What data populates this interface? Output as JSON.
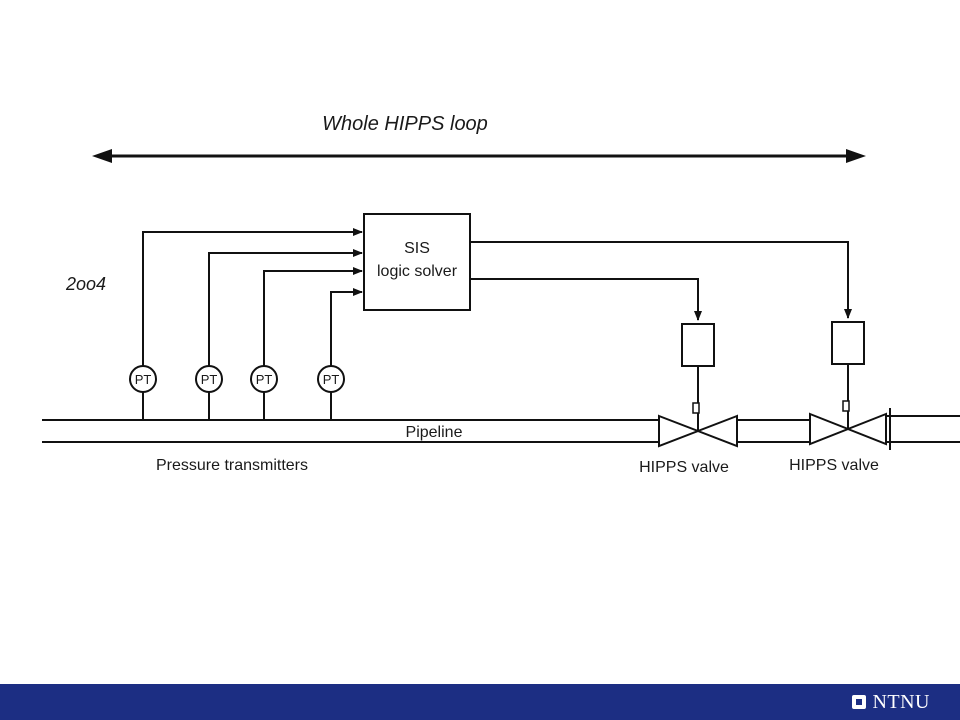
{
  "diagram": {
    "loop_label": "Whole HIPPS loop",
    "voting_label": "2oo4",
    "logic_solver": {
      "line1": "SIS",
      "line2": "logic solver"
    },
    "transmitters": [
      {
        "label": "PT"
      },
      {
        "label": "PT"
      },
      {
        "label": "PT"
      },
      {
        "label": "PT"
      }
    ],
    "pipeline_label": "Pipeline",
    "transmitters_label": "Pressure transmitters",
    "valves": [
      {
        "label": "HIPPS valve"
      },
      {
        "label": "HIPPS valve"
      }
    ]
  },
  "footer": {
    "brand": "NTNU",
    "color": "#1c2e83"
  }
}
